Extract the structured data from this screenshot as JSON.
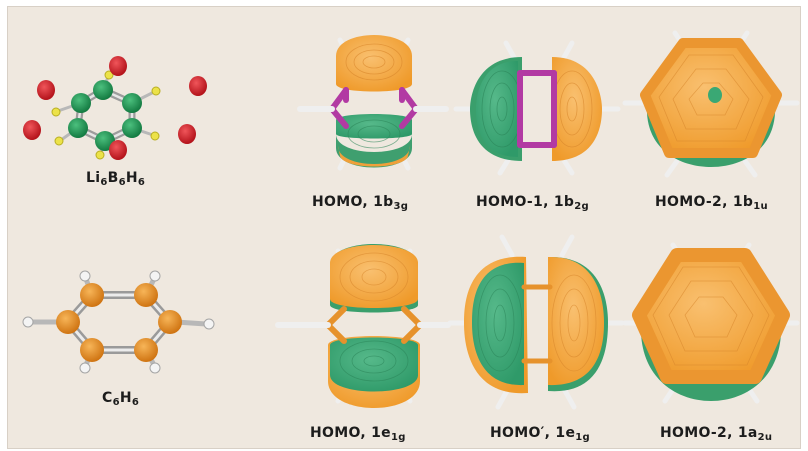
{
  "colors": {
    "background": "#efe8df",
    "orbital_orange": "#f2a233",
    "orbital_green": "#3aa874",
    "boron_green": "#1f9a5a",
    "carbon_orange": "#e98d22",
    "lithium_red": "#d8202a",
    "hydrogen_yellow": "#e9e24a",
    "bond_magenta": "#b02fa0",
    "bond_gray": "#a9a9a9"
  },
  "molecules": [
    {
      "id": "li6b6h6",
      "formula_parts": [
        [
          "Li",
          ""
        ],
        [
          "6",
          "sub"
        ],
        [
          "B",
          ""
        ],
        [
          "6",
          "sub"
        ],
        [
          "H",
          ""
        ],
        [
          "6",
          "sub"
        ]
      ]
    },
    {
      "id": "c6h6",
      "formula_parts": [
        [
          "C",
          ""
        ],
        [
          "6",
          "sub"
        ],
        [
          "H",
          ""
        ],
        [
          "6",
          "sub"
        ]
      ]
    }
  ],
  "orbitals": [
    {
      "row": 0,
      "col": 0,
      "label_parts": [
        [
          "HOMO, 1b",
          ""
        ],
        [
          "3g",
          "sub"
        ]
      ],
      "shape": "horizontal-lobes"
    },
    {
      "row": 0,
      "col": 1,
      "label_parts": [
        [
          "HOMO-1, 1b",
          ""
        ],
        [
          "2g",
          "sub"
        ]
      ],
      "shape": "vertical-lobes"
    },
    {
      "row": 0,
      "col": 2,
      "label_parts": [
        [
          "HOMO-2, 1b",
          ""
        ],
        [
          "1u",
          "sub"
        ]
      ],
      "shape": "ring"
    },
    {
      "row": 1,
      "col": 0,
      "label_parts": [
        [
          "HOMO, 1e",
          ""
        ],
        [
          "1g",
          "sub"
        ]
      ],
      "shape": "horizontal-lobes"
    },
    {
      "row": 1,
      "col": 1,
      "label_parts": [
        [
          "HOMO′, 1e",
          ""
        ],
        [
          "1g",
          "sub"
        ]
      ],
      "shape": "vertical-lobes"
    },
    {
      "row": 1,
      "col": 2,
      "label_parts": [
        [
          "HOMO-2, 1a",
          ""
        ],
        [
          "2u",
          "sub"
        ]
      ],
      "shape": "ring"
    }
  ]
}
